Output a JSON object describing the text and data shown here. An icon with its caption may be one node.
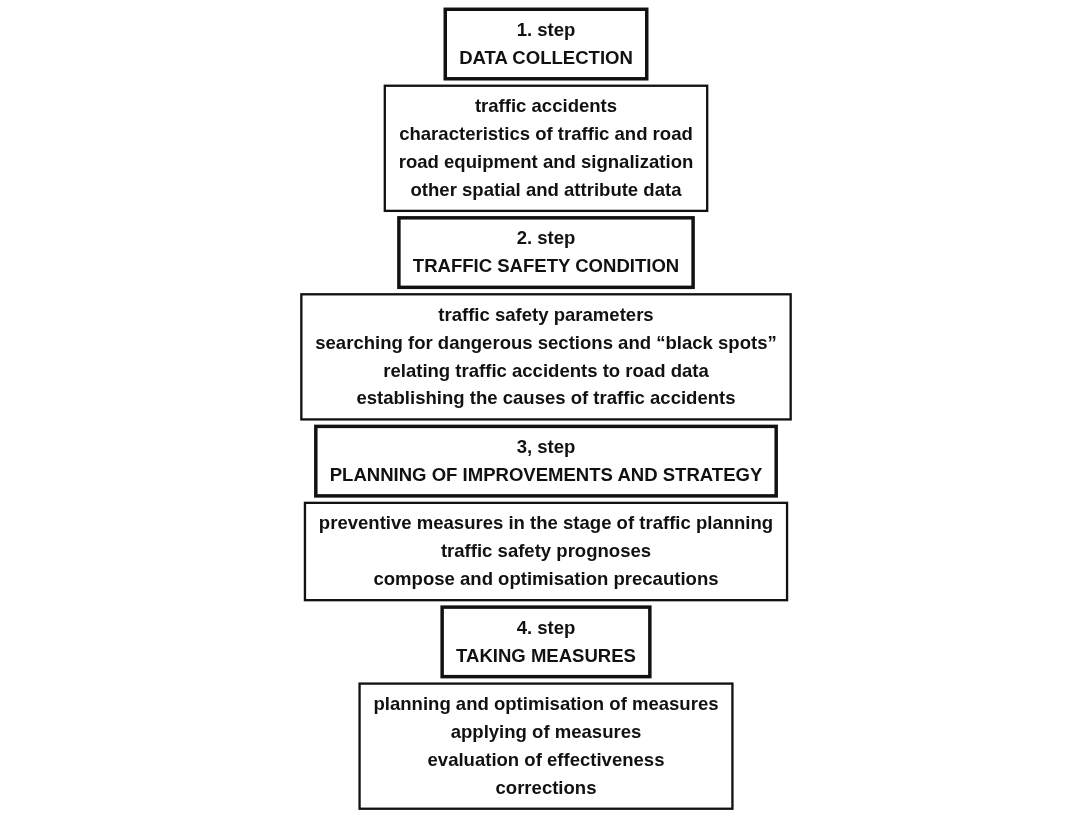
{
  "diagram": {
    "nodes": [
      {
        "text": [
          "1. step",
          "DATA COLLECTION"
        ]
      },
      {
        "text": [
          "traffic accidents",
          "characteristics of traffic and road",
          "road equipment and signalization",
          "other spatial and attribute data"
        ]
      },
      {
        "text": [
          "2. step",
          "TRAFFIC SAFETY CONDITION"
        ]
      },
      {
        "text": [
          "traffic safety parameters",
          "searching for dangerous sections and “black spots”",
          "relating traffic accidents to road data",
          "establishing the causes of traffic accidents"
        ]
      },
      {
        "text": [
          "3, step",
          "PLANNING OF IMPROVEMENTS AND STRATEGY"
        ]
      },
      {
        "text": [
          "preventive measures in the stage of traffic planning",
          "traffic safety prognoses",
          "compose and optimisation precautions"
        ]
      },
      {
        "text": [
          "4. step",
          "TAKING MEASURES"
        ]
      },
      {
        "text": [
          "planning and optimisation of measures",
          "applying of measures",
          "evaluation of effectiveness",
          "corrections"
        ]
      }
    ],
    "edges": []
  }
}
